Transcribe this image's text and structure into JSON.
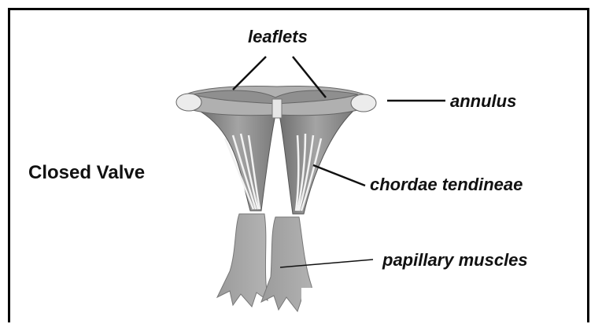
{
  "diagram": {
    "title": "Closed Valve",
    "labels": {
      "leaflets": "leaflets",
      "annulus": "annulus",
      "chordae": "chordae tendineae",
      "papillary": "papillary muscles"
    },
    "colors": {
      "border": "#000000",
      "leaflet_fill": "#9a9a9a",
      "muscle_fill": "#a6a6a6",
      "annulus_fill": "#e8e8e8",
      "line": "#111111"
    }
  }
}
